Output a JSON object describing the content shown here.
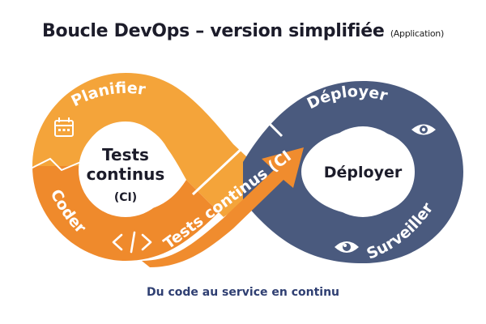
{
  "title": "Boucle DevOps – version simplifiée",
  "title_note": "(Application)",
  "left_loop": {
    "top_label": "Planifier",
    "bottom_label": "Coder",
    "center_line1": "Tests",
    "center_line2": "continus",
    "center_line3": "(CI)",
    "icon_top": "calendar-icon",
    "icon_bottom": "code-icon"
  },
  "crossover_label": "Tests continus (CI",
  "right_loop": {
    "top_label": "Déployer",
    "bottom_label": "Surveiller",
    "center_label": "Déployer",
    "icon_top": "eye-icon",
    "icon_bottom": "eye-icon"
  },
  "footer": "Du code au service en continu",
  "colors": {
    "orange_light": "#f4a43a",
    "orange_dark": "#ef8a2c",
    "navy": "#4a5a7e",
    "text_dark": "#1c1c2a",
    "footer_text": "#2f3f72"
  }
}
